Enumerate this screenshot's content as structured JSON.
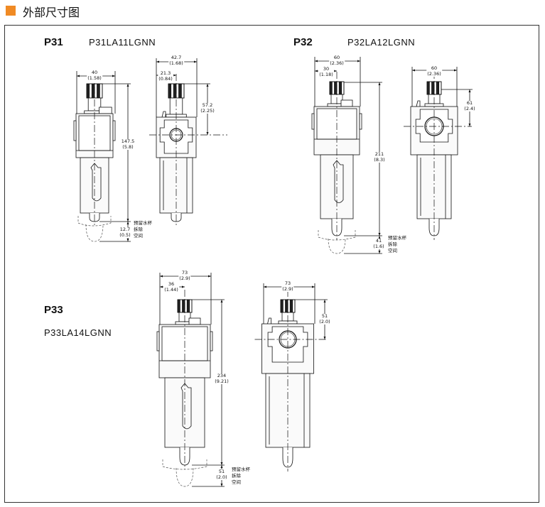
{
  "header": {
    "title": "外部尺寸图",
    "accent_color": "#f08a24"
  },
  "models": [
    {
      "name": "P31",
      "code": "P31LA11LGNN",
      "dims": {
        "width": [
          "40",
          "(1.58)"
        ],
        "height": [
          "147.5",
          "(5.8)"
        ],
        "clearance": [
          "12.7",
          "(0.5)"
        ],
        "side_width": [
          "42.7",
          "(1.68)"
        ],
        "side_half": [
          "21.3",
          "(0.84)"
        ],
        "port_height": [
          "57.2",
          "(2.25)"
        ]
      }
    },
    {
      "name": "P32",
      "code": "P32LA12LGNN",
      "dims": {
        "width": [
          "60",
          "(2.36)"
        ],
        "half": [
          "30",
          "(1.18)"
        ],
        "height": [
          "211",
          "(8.3)"
        ],
        "clearance": [
          "41",
          "(1.6)"
        ],
        "side_width": [
          "60",
          "(2.36)"
        ],
        "port_height": [
          "61",
          "(2.4)"
        ]
      }
    },
    {
      "name": "P33",
      "code": "P33LA14LGNN",
      "dims": {
        "width": [
          "73",
          "(2.9)"
        ],
        "half": [
          "36",
          "(1.44)"
        ],
        "height": [
          "234",
          "(9.21)"
        ],
        "clearance": [
          "51",
          "(2.0)"
        ],
        "side_width": [
          "73",
          "(2.9)"
        ],
        "port_height": [
          "51",
          "(2.0)"
        ]
      }
    }
  ],
  "clearance_note": [
    "预留水杯",
    "拆除",
    "空间"
  ]
}
